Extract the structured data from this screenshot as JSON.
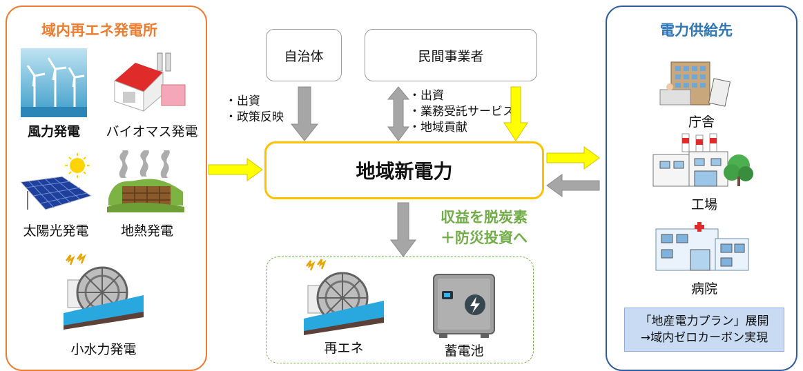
{
  "left_panel": {
    "title": "域内再エネ発電所",
    "items": [
      {
        "label": "風力発電",
        "icon": "wind-turbine"
      },
      {
        "label": "バイオマス発電",
        "icon": "biomass-plant"
      },
      {
        "label": "太陽光発電",
        "icon": "solar-panel"
      },
      {
        "label": "地熱発電",
        "icon": "geothermal-plant"
      },
      {
        "label": "小水力発電",
        "icon": "water-wheel"
      }
    ]
  },
  "actors": {
    "local_gov": "自治体",
    "private": "民間事業者"
  },
  "local_gov_notes": [
    "・出資",
    "・政策反映"
  ],
  "private_notes": [
    "・出資",
    "・業務受託サービス",
    "・地域貢献"
  ],
  "center": {
    "label": "地域新電力"
  },
  "profit_note": [
    "収益を脱炭素",
    "＋防災投資へ"
  ],
  "bottom_box": {
    "items": [
      {
        "label": "再エネ",
        "icon": "water-wheel"
      },
      {
        "label": "蓄電池",
        "icon": "battery"
      }
    ]
  },
  "right_panel": {
    "title": "電力供給先",
    "items": [
      {
        "label": "庁舎",
        "icon": "office-building"
      },
      {
        "label": "工場",
        "icon": "factory"
      },
      {
        "label": "病院",
        "icon": "hospital"
      }
    ],
    "plan": [
      "「地産電力プラン」展開",
      "→域内ゼロカーボン実現"
    ]
  },
  "colors": {
    "orange": "#ED7D31",
    "blue": "#2E75B6",
    "yellow_arrow": "#FFFF00",
    "gray_arrow": "#A6A6A6",
    "green": "#70AD47",
    "center_border": "#FFC000"
  }
}
